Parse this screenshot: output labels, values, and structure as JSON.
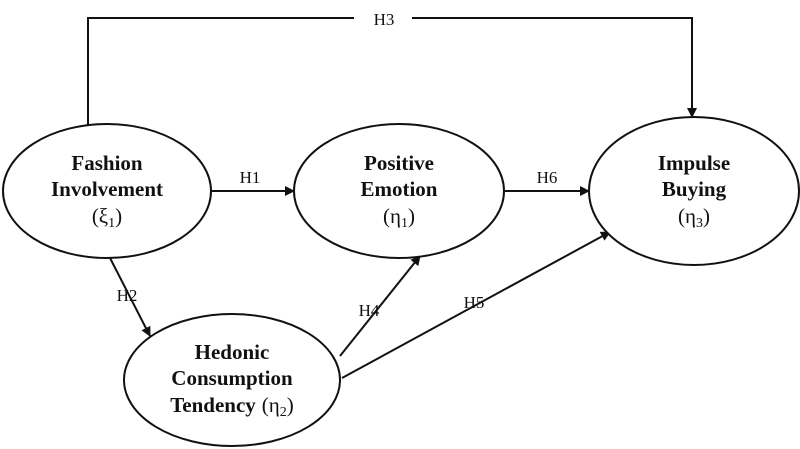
{
  "nodes": {
    "fashion": {
      "line1": "Fashion",
      "line2": "Involvement",
      "sym": "(ξ",
      "sub": "1",
      "close": ")"
    },
    "positive": {
      "line1": "Positive",
      "line2": "Emotion",
      "sym": "(η",
      "sub": "1",
      "close": ")"
    },
    "impulse": {
      "line1": "Impulse",
      "line2": "Buying",
      "sym": "(η",
      "sub": "3",
      "close": ")"
    },
    "hedonic": {
      "line1": "Hedonic",
      "line2": "Consumption",
      "line3": "Tendency",
      "sym": "(η",
      "sub": "2",
      "close": ")"
    }
  },
  "edges": {
    "h1": "H1",
    "h2": "H2",
    "h3": "H3",
    "h4": "H4",
    "h5": "H5",
    "h6": "H6"
  },
  "colors": {
    "stroke": "#111111",
    "background": "#ffffff"
  }
}
